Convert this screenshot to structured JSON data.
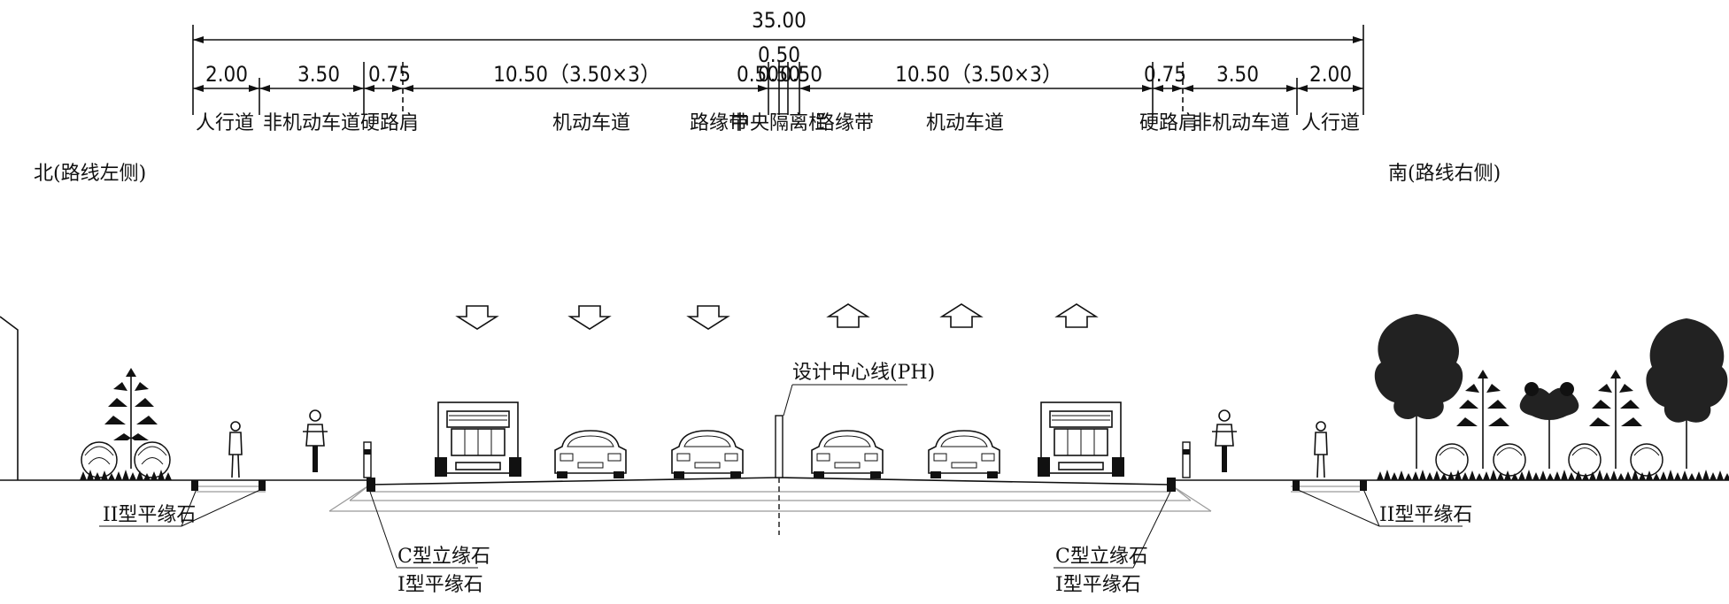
{
  "dimensions": {
    "total": "35.00",
    "median_width": "0.50",
    "segments": [
      {
        "value": "2.00",
        "label": "人行道"
      },
      {
        "value": "3.50",
        "label": "非机动车道"
      },
      {
        "value": "0.75",
        "label": "硬路肩"
      },
      {
        "value": "10.50（3.50×3）",
        "label": "机动车道"
      },
      {
        "value": "0.50",
        "label": "路缘带"
      },
      {
        "value": "0.50",
        "label": "中央隔离栏"
      },
      {
        "value": "0.50",
        "label": "路缘带"
      },
      {
        "value": "10.50（3.50×3）",
        "label": "机动车道"
      },
      {
        "value": "0.75",
        "label": "硬路肩"
      },
      {
        "value": "3.50",
        "label": "非机动车道"
      },
      {
        "value": "2.00",
        "label": "人行道"
      }
    ]
  },
  "sides": {
    "left": "北(路线左侧)",
    "right": "南(路线右侧)"
  },
  "centerline": "设计中心线(PH)",
  "annotations": {
    "curb_type2": "II型平缘石",
    "curb_c": "C型立缘石",
    "curb_type1": "I型平缘石"
  },
  "traffic_directions": [
    "down",
    "down",
    "down",
    "up",
    "up",
    "up"
  ]
}
